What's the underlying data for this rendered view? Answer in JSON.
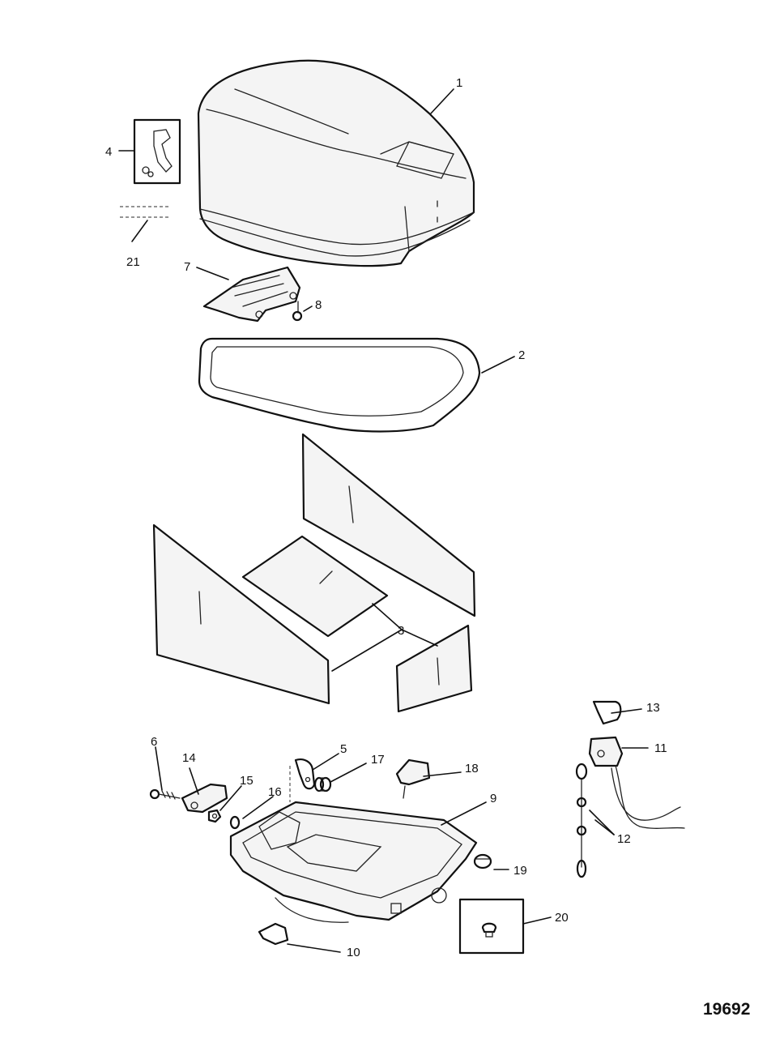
{
  "callouts": {
    "c1": "1",
    "c2": "2",
    "c3": "3",
    "c4": "4",
    "c5": "5",
    "c6": "6",
    "c7": "7",
    "c8": "8",
    "c9": "9",
    "c10": "10",
    "c11": "11",
    "c12": "12",
    "c13": "13",
    "c14": "14",
    "c15": "15",
    "c16": "16",
    "c17": "17",
    "c18": "18",
    "c19": "19",
    "c20": "20",
    "c21": "21"
  },
  "figure_number": "19692"
}
